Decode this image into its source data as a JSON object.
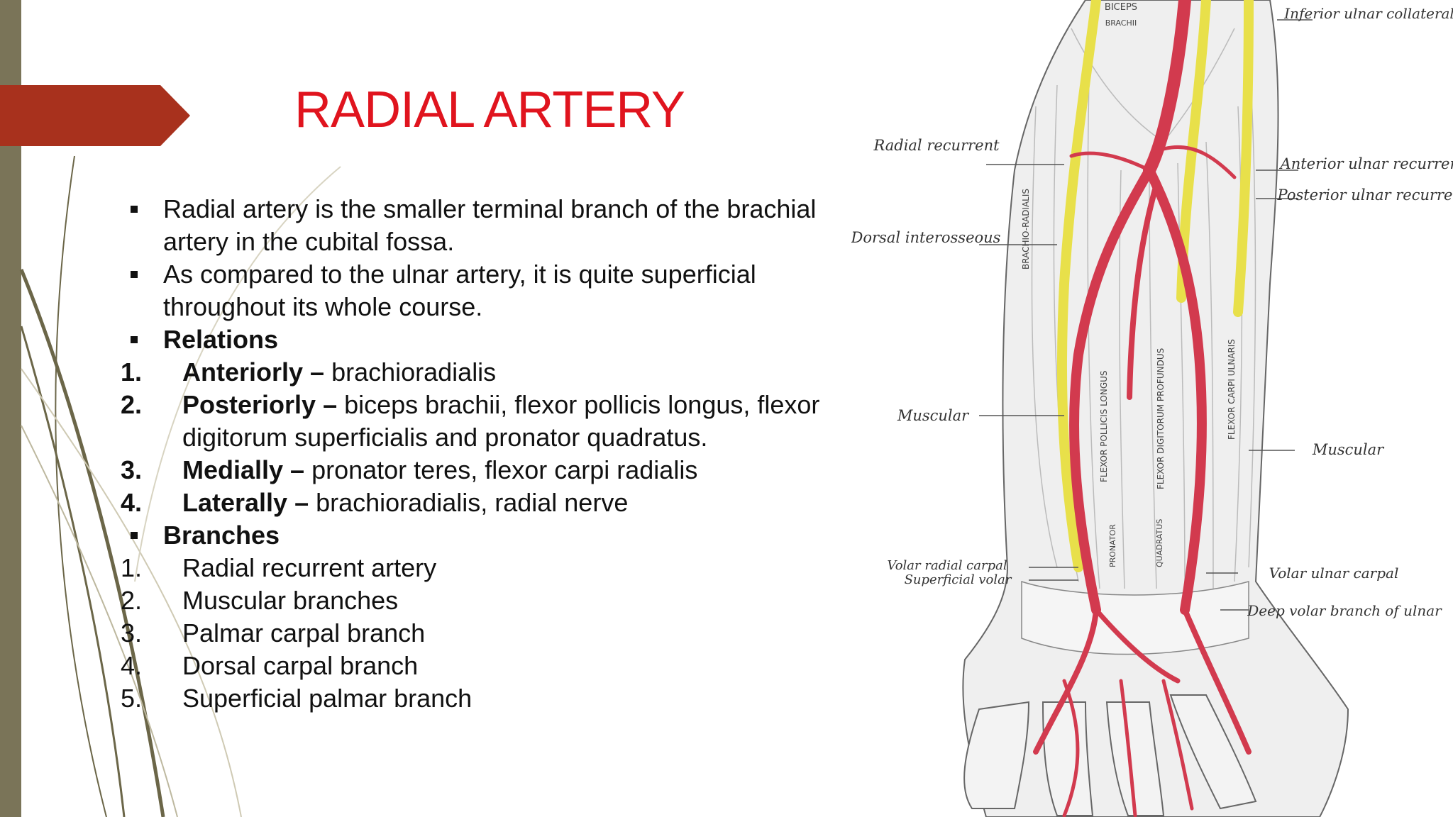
{
  "slide": {
    "title": "RADIAL ARTERY",
    "bullets": [
      {
        "text": "Radial artery is the smaller terminal branch of the brachial artery in the cubital fossa."
      },
      {
        "text": "As compared to the ulnar artery, it is quite superficial throughout its whole course."
      },
      {
        "heading": "Relations"
      },
      {
        "heading": "Branches"
      }
    ],
    "relations": [
      {
        "num": "1.",
        "term": "Anteriorly –",
        "detail": " brachioradialis"
      },
      {
        "num": "2.",
        "term": "Posteriorly –",
        "detail": " biceps brachii, flexor pollicis longus, flexor digitorum superficialis and pronator quadratus."
      },
      {
        "num": "3.",
        "term": "Medially –",
        "detail": " pronator teres, flexor carpi radialis"
      },
      {
        "num": "4.",
        "term": "Laterally –",
        "detail": " brachioradialis, radial nerve"
      }
    ],
    "branches": [
      {
        "num": "1.",
        "text": "Radial recurrent artery"
      },
      {
        "num": "2.",
        "text": "Muscular branches"
      },
      {
        "num": "3.",
        "text": "Palmar carpal branch"
      },
      {
        "num": "4.",
        "text": "Dorsal carpal branch"
      },
      {
        "num": "5.",
        "text": "Superficial palmar branch"
      }
    ]
  },
  "figure": {
    "labels": {
      "inferior_ulnar_collateral": "Inferior ulnar collateral",
      "radial_recurrent": "Radial recurrent",
      "anterior_ulnar_recurrent": "Anterior ulnar recurrent",
      "posterior_ulnar_recurrent": "Posterior ulnar recurrent",
      "dorsal_interosseous": "Dorsal interosseous",
      "muscular_left": "Muscular",
      "muscular_right": "Muscular",
      "volar_radial_carpal": "Volar radial carpal",
      "superficial_volar": "Superficial volar",
      "volar_ulnar_carpal": "Volar ulnar carpal",
      "deep_volar_branch": "Deep volar branch of ulnar"
    },
    "muscle_labels": {
      "biceps": "BICEPS",
      "brachii": "BRACHII",
      "brachio_radialis": "BRACHIO-RADIALIS",
      "flexor_pollicis_longus": "FLEXOR POLLICIS LONGUS",
      "flexor_digitorum_profundus": "FLEXOR DIGITORUM PROFUNDUS",
      "flexor_carpi_ulnaris": "FLEXOR CARPI ULNARIS",
      "pronator": "PRONATOR",
      "quadratus": "QUADRATUS"
    }
  },
  "colors": {
    "title": "#e0141e",
    "arrow": "#a8311d",
    "sidebar": "#7a7458",
    "artery": "#d23a4e",
    "nerve": "#e8e04a"
  }
}
